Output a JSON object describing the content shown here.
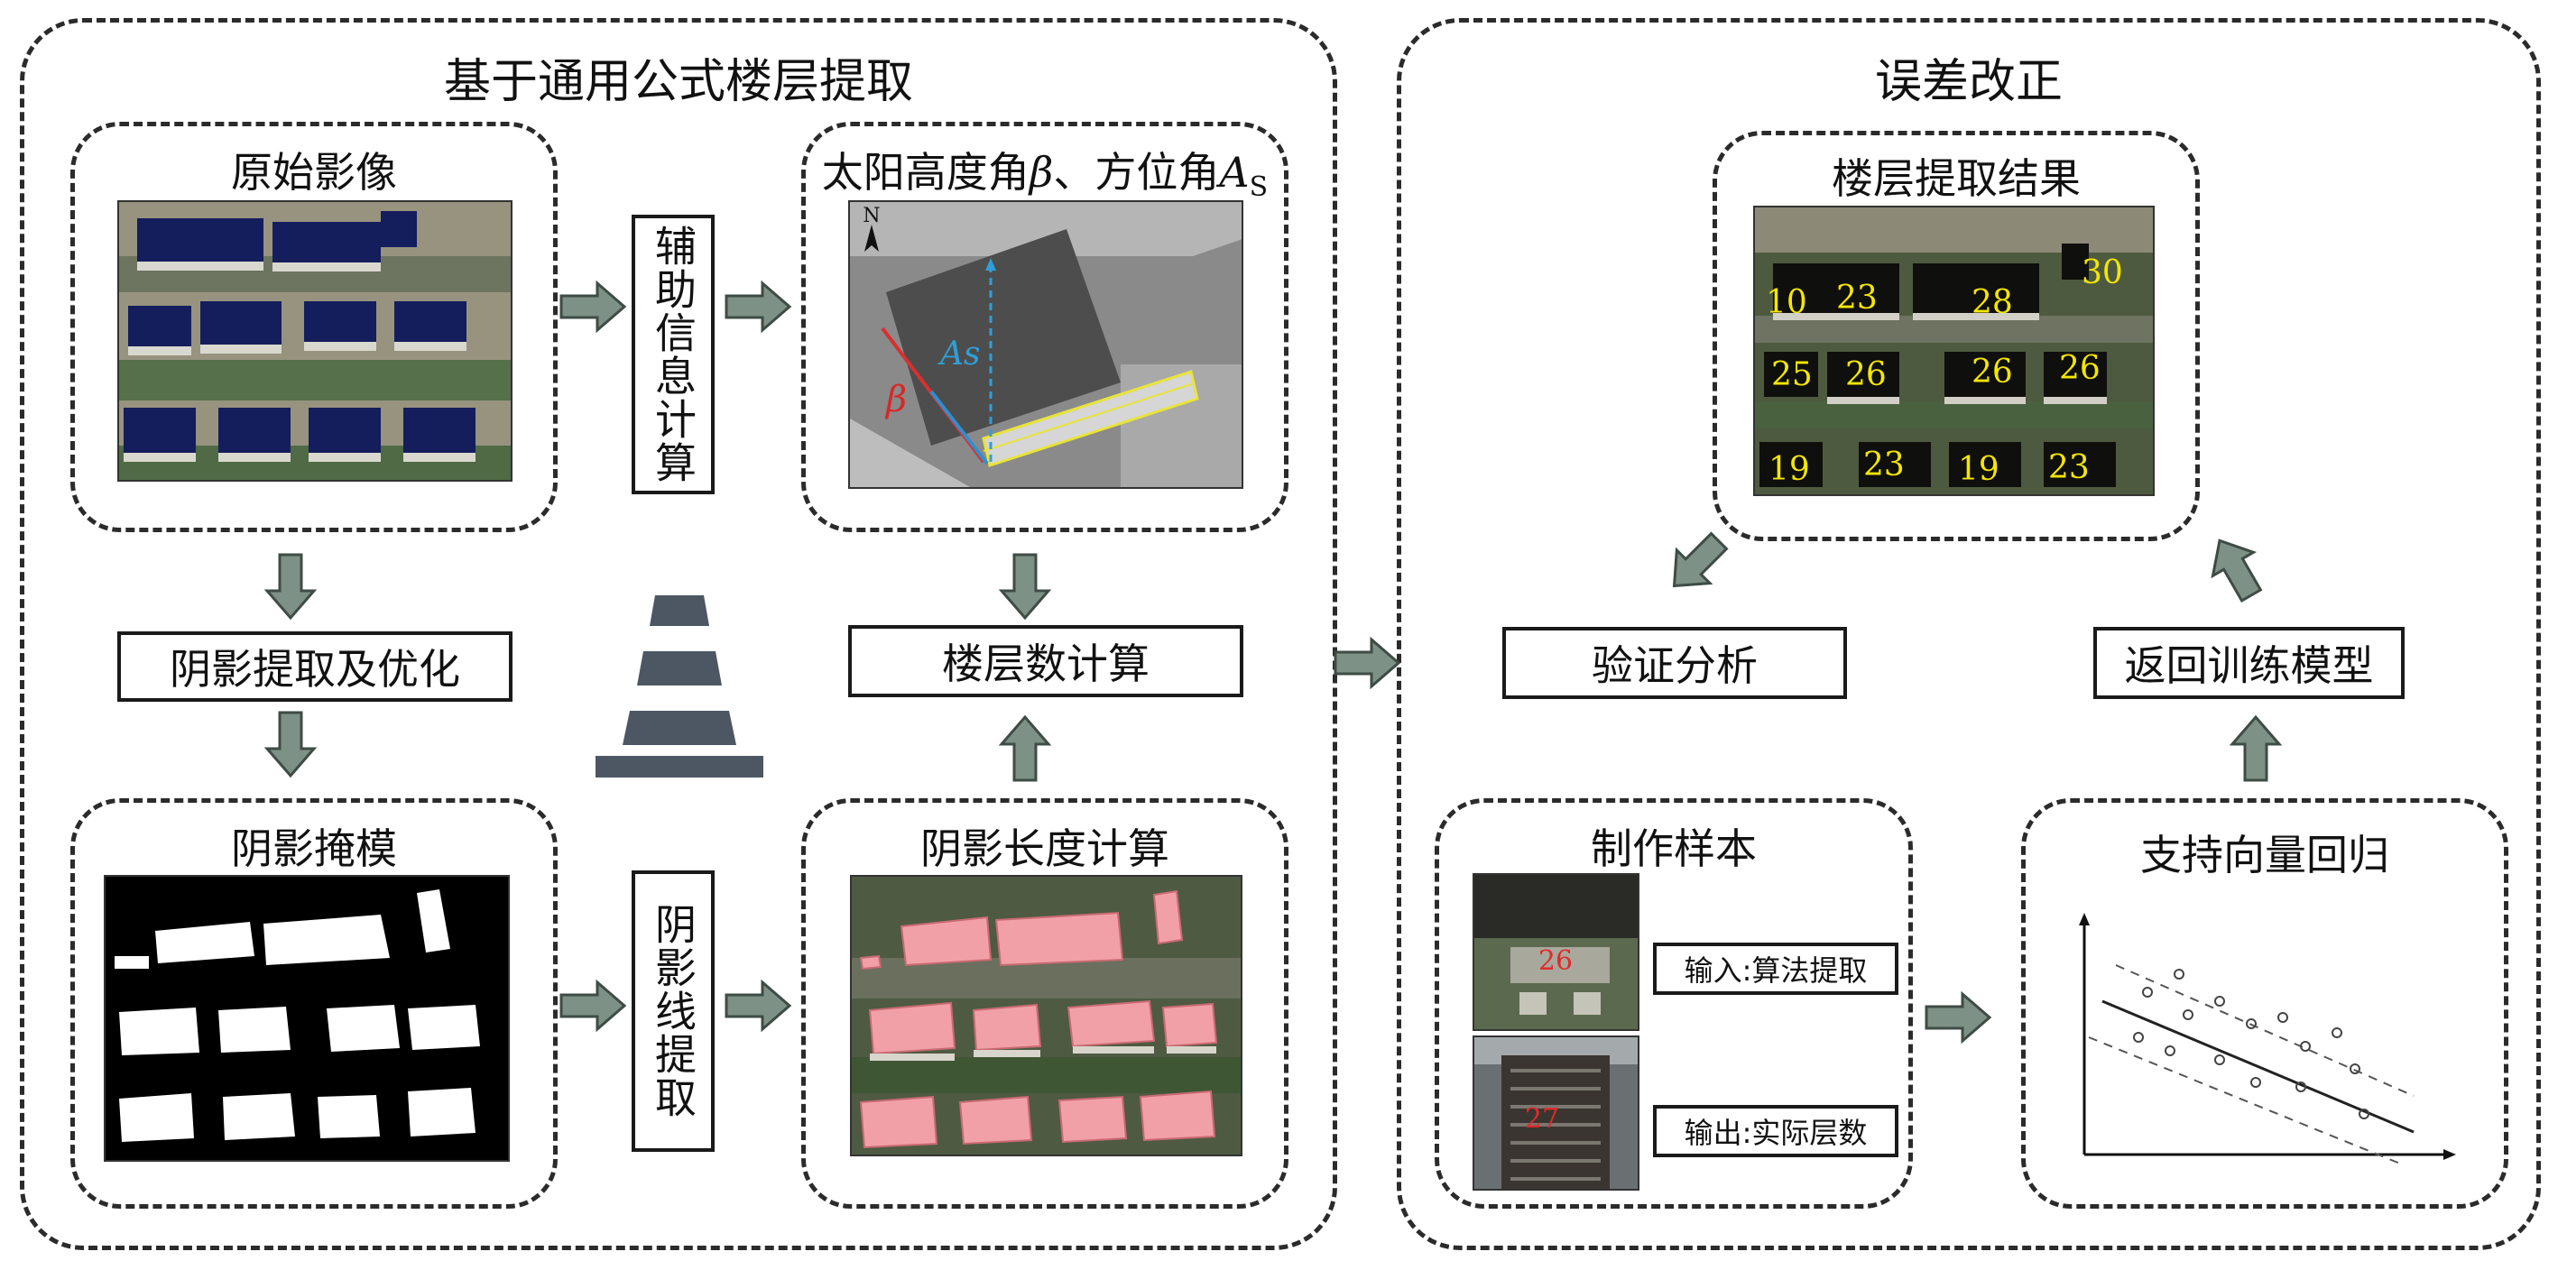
{
  "left_panel": {
    "title": "基于通用公式楼层提取",
    "original_image": {
      "title": "原始影像"
    },
    "aux_calc": {
      "text": "辅助信息计算"
    },
    "sun_angles": {
      "title_prefix": "太阳高度角",
      "beta": "β",
      "sep": "、方位角",
      "as_letter": "A",
      "as_sub": "S",
      "compass": "N",
      "beta_label": "β",
      "as_label": "As"
    },
    "shadow_extract": {
      "text": "阴影提取及优化"
    },
    "floor_calc": {
      "text": "楼层数计算"
    },
    "shadow_mask": {
      "title": "阴影掩模"
    },
    "shadow_line": {
      "text": "阴影线提取"
    },
    "shadow_length": {
      "title": "阴影长度计算"
    }
  },
  "right_panel": {
    "title": "误差改正",
    "floor_result": {
      "title": "楼层提取结果",
      "numbers": [
        "10",
        "23",
        "28",
        "30",
        "25",
        "26",
        "26",
        "26",
        "19",
        "23",
        "19",
        "23"
      ]
    },
    "validation": {
      "text": "验证分析"
    },
    "retrain": {
      "text": "返回训练模型"
    },
    "samples": {
      "title": "制作样本",
      "input_label": "输入:算法提取",
      "output_label": "输出:实际层数",
      "sample_top_number": "26",
      "sample_bottom_number": "27"
    },
    "svr": {
      "title": "支持向量回归"
    }
  },
  "colors": {
    "arrow_fill": "#7d9186",
    "arrow_stroke": "#3e4c45",
    "cone": "#4d5763",
    "yellow_label": "#f4e600",
    "red_label": "#e02a2a",
    "shadow_pink": "#f2a0a8"
  }
}
